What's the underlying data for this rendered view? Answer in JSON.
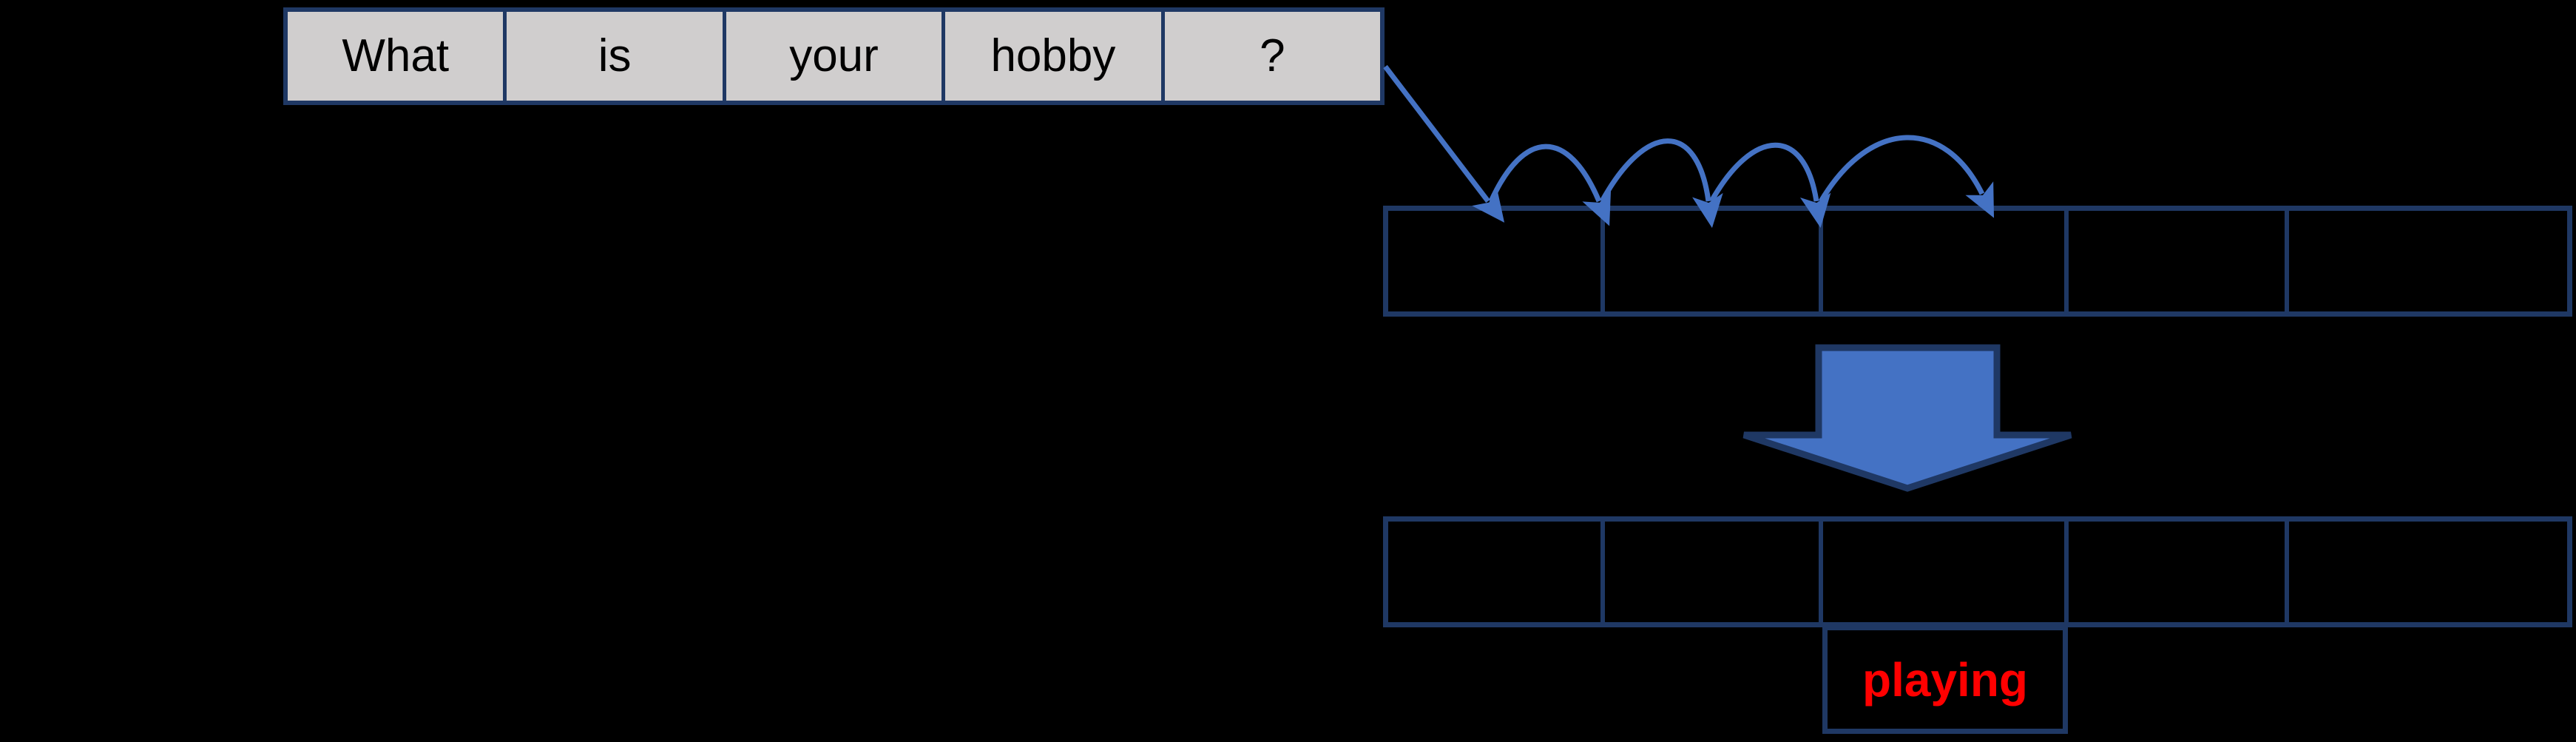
{
  "diagram": {
    "title": "seq2seq decoding step diagram",
    "colors": {
      "background": "#000000",
      "cell_fill_source": "#D0CECE",
      "cell_fill_empty": "#000000",
      "border": "#1F3864",
      "arrow_blue": "#4472C4",
      "big_arrow_fill": "#4472C4",
      "big_arrow_stroke": "#1F3864",
      "prediction_text": "#FF0000"
    }
  },
  "source_row": {
    "name": "input-question-tokens",
    "cells": [
      {
        "label": "What"
      },
      {
        "label": "is"
      },
      {
        "label": "your"
      },
      {
        "label": "hobby"
      },
      {
        "label": "?"
      }
    ]
  },
  "encoder_row": {
    "name": "encoder-states",
    "cells": [
      {
        "label": ""
      },
      {
        "label": ""
      },
      {
        "label": ""
      },
      {
        "label": ""
      },
      {
        "label": ""
      }
    ]
  },
  "decoder_row": {
    "name": "decoder-states",
    "cells": [
      {
        "label": ""
      },
      {
        "label": ""
      },
      {
        "label": ""
      },
      {
        "label": ""
      },
      {
        "label": ""
      }
    ]
  },
  "prediction": {
    "label": "playing",
    "column_index": 3
  },
  "arrows": {
    "recurrent_arcs_count": 4,
    "feed_arrow": "diagonal-feed-arrow",
    "block_arrow": "down-block-arrow"
  }
}
